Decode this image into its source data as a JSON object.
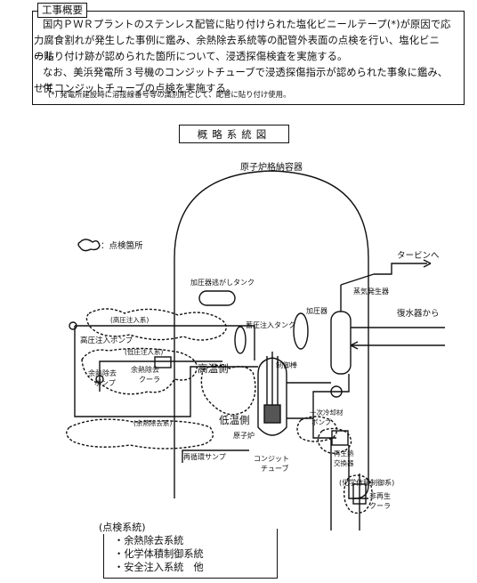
{
  "summary": {
    "title": "工事概要",
    "para1_line1": "国内ＰＷＲプラントのステンレス配管に貼り付けられた塩化ビニールテープ(*)が原因で応",
    "para1_line2": "力腐食割れが発生した事例に鑑み、余熱除去系統等の配管外表面の点検を行い、塩化ビニール",
    "para1_line3": "の貼り付け跡が認められた箇所について、浸透探傷検査を実施する。",
    "para2_line1": "なお、美浜発電所３号機のコンジットチューブで浸透探傷指示が認められた事象に鑑み、併",
    "para2_line2": "せてコンジットチューブの点検を実施する。",
    "note": "(*) 発電所建設時に溶接線番号等の識別用として、配管に貼り付け使用。"
  },
  "diagram": {
    "title": "概略系統図",
    "containment": "原子炉格納容器",
    "legend_point": "：点検箇所",
    "turbine": "タービンへ",
    "condenser": "復水器から",
    "steam_generator": "蒸気発生器",
    "pressurizer": "加圧器",
    "pressurizer_relief_tank": "加圧器逃がしタンク",
    "accumulator": "蓄圧注入タンク",
    "control_rod": "制御棒",
    "reactor": "原子炉",
    "hot_leg": "高温側",
    "cold_leg": "低温側",
    "high_pressure_injection_system": "(高圧注入系)",
    "high_pressure_injection_pump": "高圧注入ポンプ",
    "low_pressure_injection_system": "(低圧注入系)",
    "rhr_pump_line1": "余熱除去",
    "rhr_pump_line2": "ポンプ",
    "rhr_cooler_line1": "余熱除去",
    "rhr_cooler_line2": "クーラ",
    "rhr_system": "(余熱除去系)",
    "coolant_pump_line1": "一次冷却材",
    "coolant_pump_line2": "ポンプ",
    "recirculation_sump": "再循環サンプ",
    "conduit_tube_line1": "コンジット",
    "conduit_tube_line2": "チューブ",
    "regen_hx_line1": "再生熱",
    "regen_hx_line2": "交換器",
    "cvcs": "(化学体積制御系)",
    "nonregen_cooler_line1": "非再生",
    "nonregen_cooler_line2": "クーラ"
  },
  "legend": {
    "title": "(点検系統)",
    "items": [
      "・余熱除去系統",
      "・化学体積制御系統",
      "・安全注入系統　他"
    ]
  }
}
